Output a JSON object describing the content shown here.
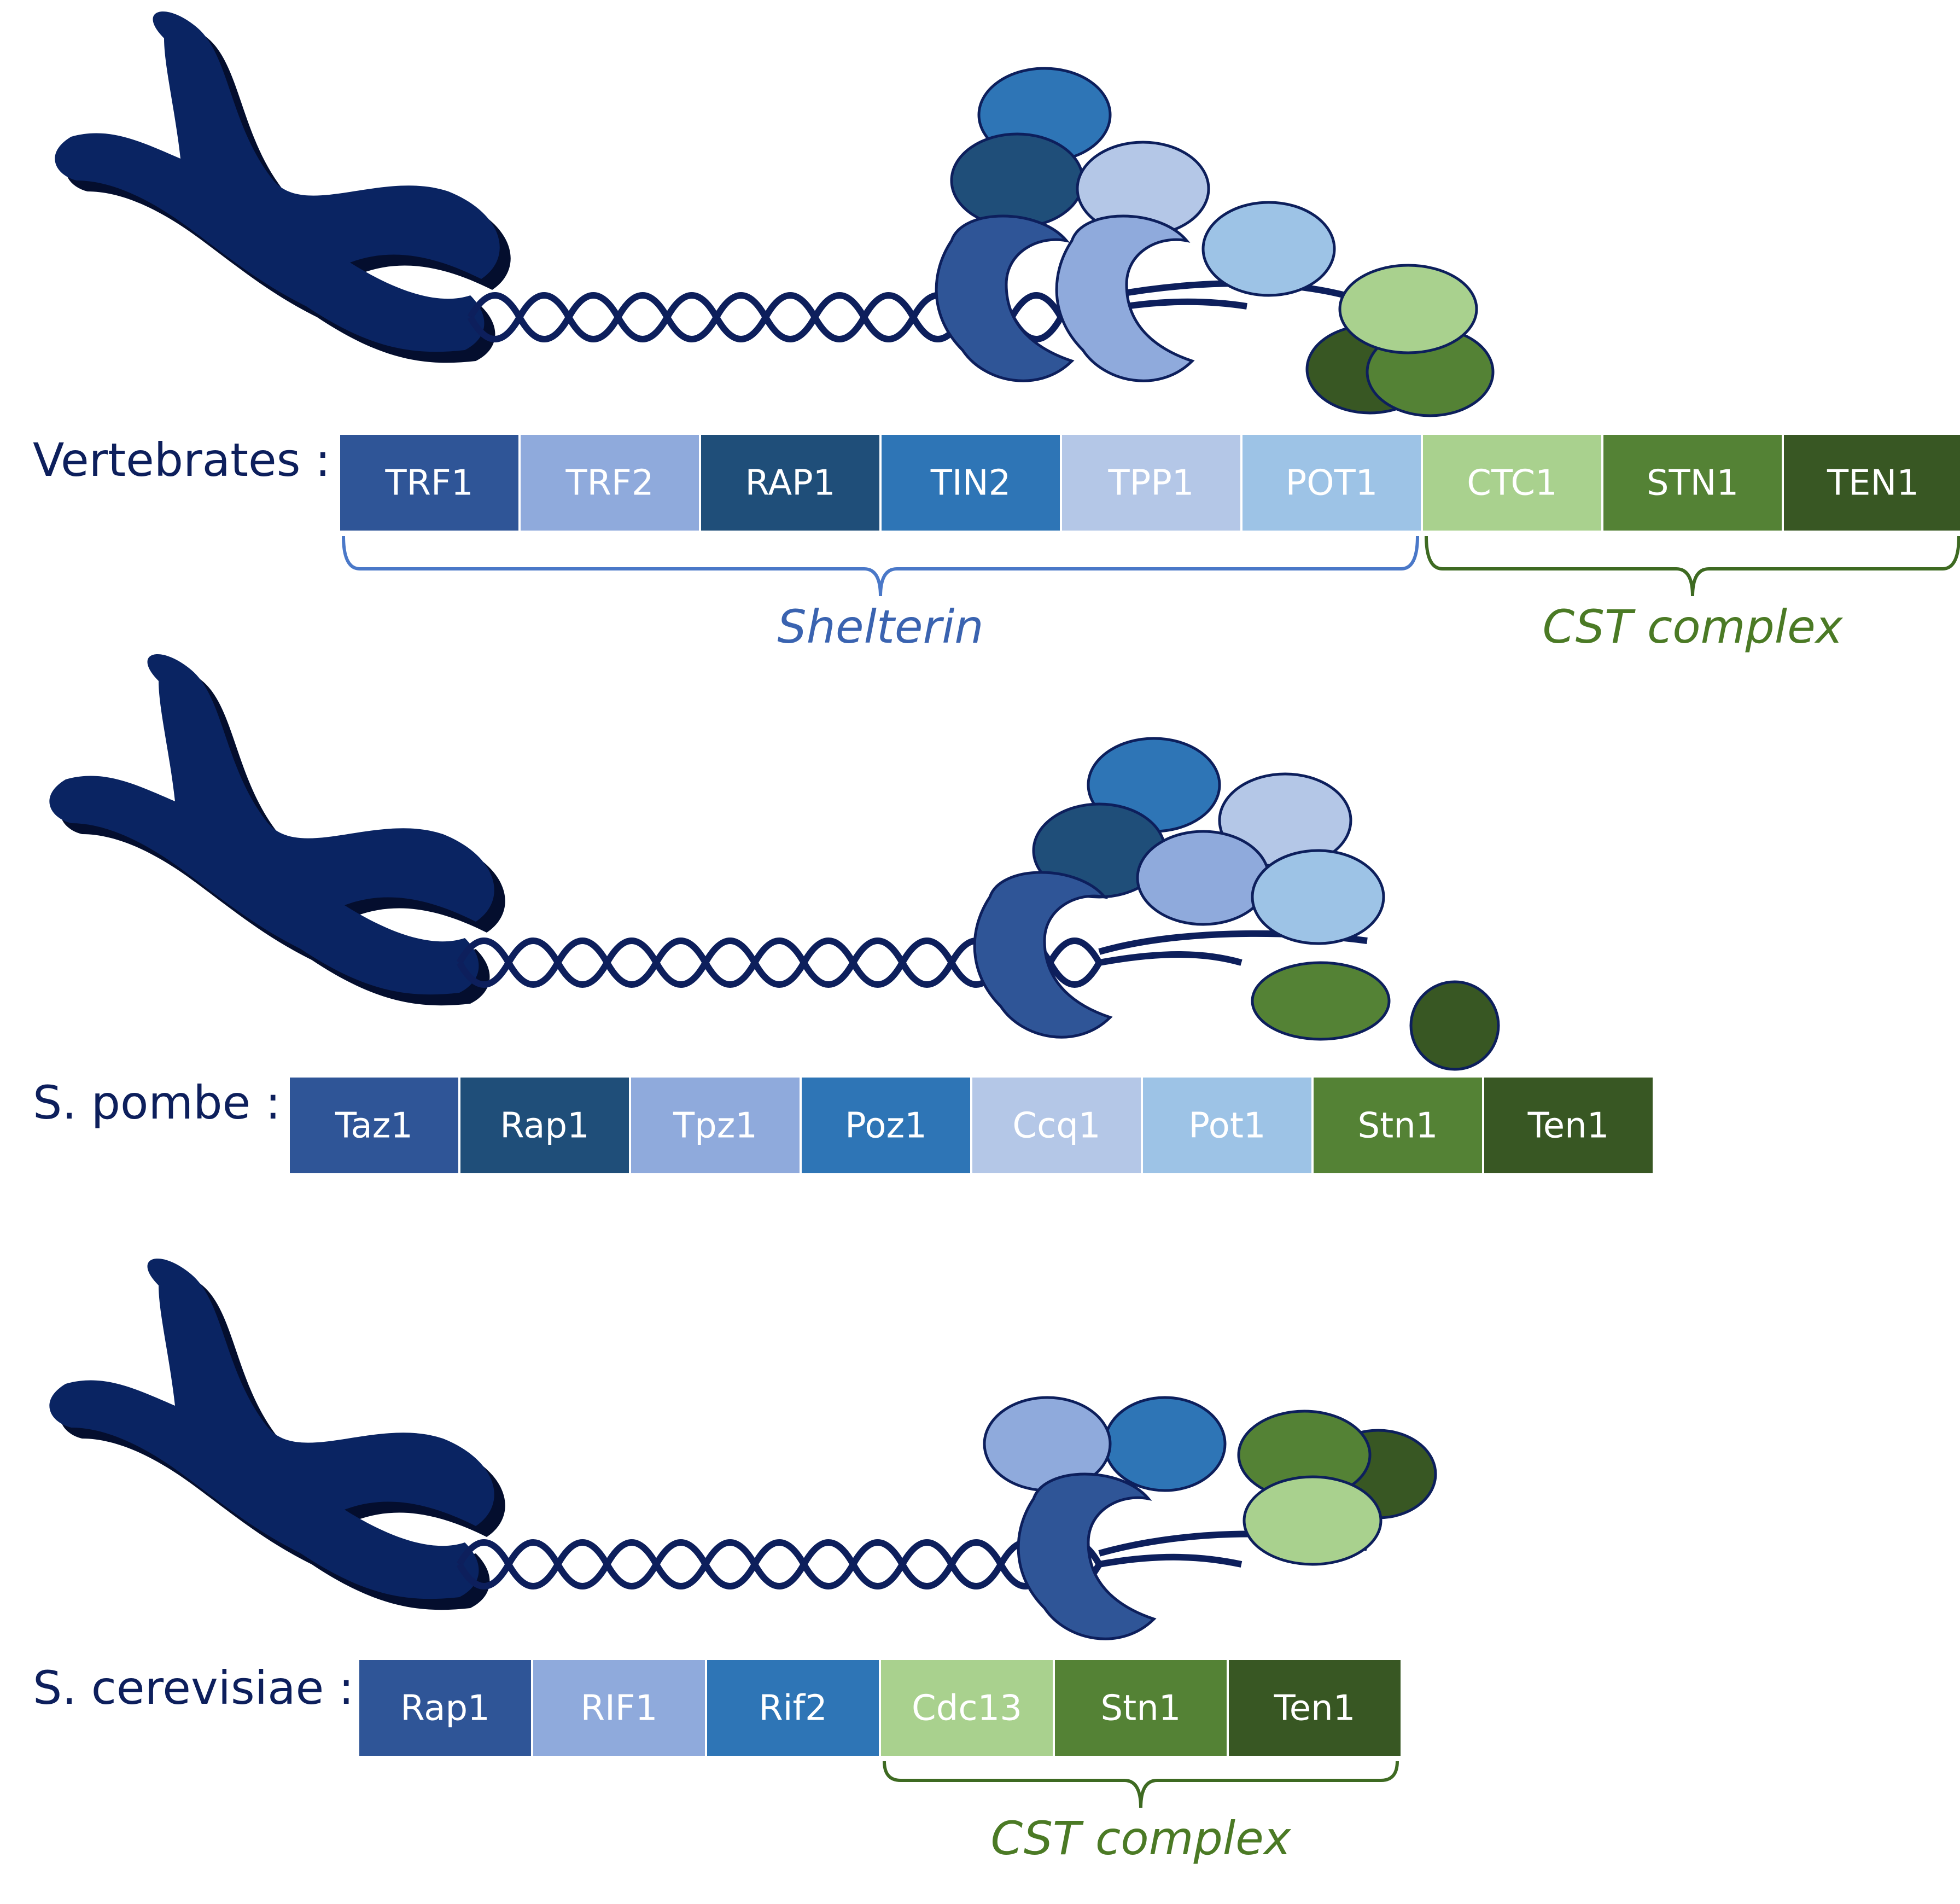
{
  "colors": {
    "chromosome": "#0a2462",
    "chromosome_dark": "#040e2e",
    "dna": "#0d1f5c",
    "shelterin_bracket": "#4a78c8",
    "cst_bracket": "#3e6a22",
    "shelterin_label": "#3a63b0",
    "cst_label": "#4b7a25"
  },
  "rows": [
    {
      "label": "Vertebrates :",
      "proteins": [
        {
          "name": "TRF1",
          "color": "#2f5597"
        },
        {
          "name": "TRF2",
          "color": "#8faadc"
        },
        {
          "name": "RAP1",
          "color": "#1f4e79"
        },
        {
          "name": "TIN2",
          "color": "#2e75b6"
        },
        {
          "name": "TPP1",
          "color": "#b4c7e7"
        },
        {
          "name": "POT1",
          "color": "#9dc3e6"
        },
        {
          "name": "CTC1",
          "color": "#a9d18e"
        },
        {
          "name": "STN1",
          "color": "#548235"
        },
        {
          "name": "TEN1",
          "color": "#385723"
        }
      ],
      "groups": [
        {
          "label": "Shelterin",
          "kind": "shelterin"
        },
        {
          "label": "CST complex",
          "kind": "cst"
        }
      ]
    },
    {
      "label": "S. pombe :",
      "proteins": [
        {
          "name": "Taz1",
          "color": "#2f5597"
        },
        {
          "name": "Rap1",
          "color": "#1f4e79"
        },
        {
          "name": "Tpz1",
          "color": "#8faadc"
        },
        {
          "name": "Poz1",
          "color": "#2e75b6"
        },
        {
          "name": "Ccq1",
          "color": "#b4c7e7"
        },
        {
          "name": "Pot1",
          "color": "#9dc3e6"
        },
        {
          "name": "Stn1",
          "color": "#548235"
        },
        {
          "name": "Ten1",
          "color": "#385723"
        }
      ],
      "groups": []
    },
    {
      "label": "S. cerevisiae :",
      "proteins": [
        {
          "name": "Rap1",
          "color": "#2f5597"
        },
        {
          "name": "RIF1",
          "color": "#8faadc"
        },
        {
          "name": "Rif2",
          "color": "#2e75b6"
        },
        {
          "name": "Cdc13",
          "color": "#a9d18e"
        },
        {
          "name": "Stn1",
          "color": "#548235"
        },
        {
          "name": "Ten1",
          "color": "#385723"
        }
      ],
      "groups": [
        {
          "label": "CST complex",
          "kind": "cst"
        }
      ]
    }
  ]
}
